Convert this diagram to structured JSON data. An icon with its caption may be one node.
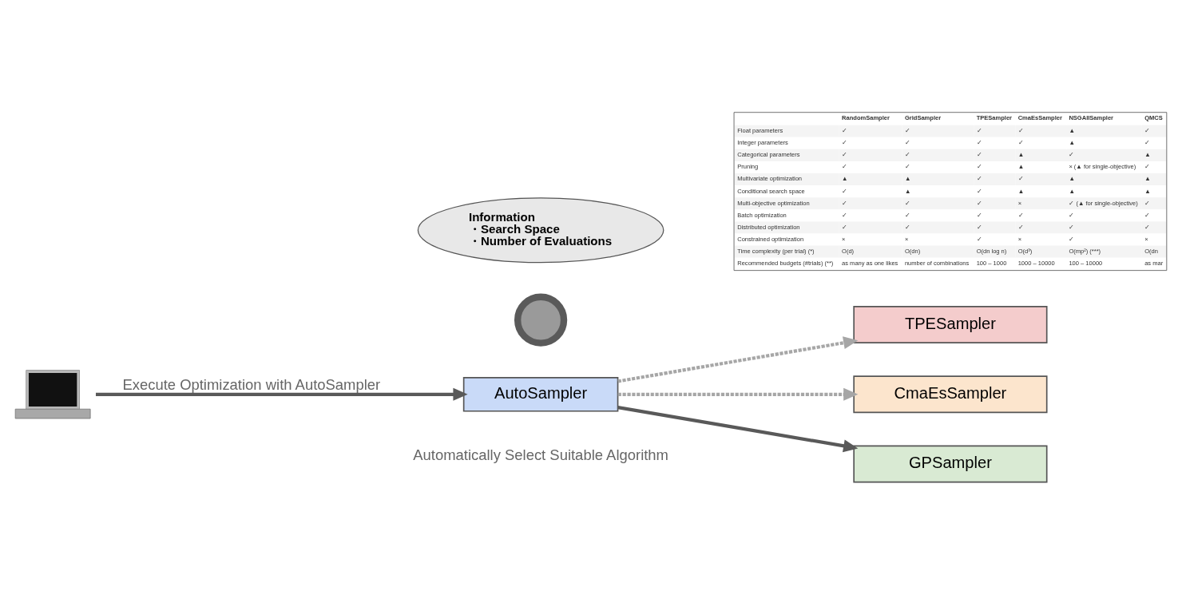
{
  "diagram": {
    "nodes": [
      {
        "text": [],
        "shape": "picture"
      },
      {
        "text": [
          "Information",
          "・Search Space",
          "・Number of Evaluations"
        ]
      },
      {
        "text": [],
        "shape": "picture"
      },
      {
        "text": [
          "AutoSampler"
        ]
      },
      {
        "text": [
          "TPESampler"
        ]
      },
      {
        "text": [
          "CmaEsSampler"
        ]
      },
      {
        "text": [
          "GPSampler"
        ]
      }
    ],
    "edges": [
      {
        "from": 0,
        "to": 3,
        "arrow": "to",
        "label": "Execute Optimization with AutoSampler"
      },
      {
        "from": 3,
        "to": 4,
        "arrow": "to",
        "style": "dashed",
        "color": "#a6a6a6"
      },
      {
        "from": 3,
        "to": 5,
        "arrow": "to",
        "style": "dashed",
        "color": "#a6a6a6"
      },
      {
        "from": 3,
        "to": 6,
        "arrow": "to"
      }
    ],
    "labels": [
      "RandomSampler",
      "GridSampler",
      "TPESampler",
      "CmaEsSampler",
      "NSGAIISampler",
      "QMCS",
      "Float parameters",
      "✓",
      "✓",
      "✓",
      "✓",
      "▲",
      "✓",
      "Integer parameters",
      "✓",
      "✓",
      "✓",
      "✓",
      "▲",
      "✓",
      "Categorical parameters",
      "✓",
      "✓",
      "✓",
      "▲",
      "✓",
      "▲",
      "Pruning",
      "✓",
      "✓",
      "✓",
      "▲",
      "× (▲ for single-objective)",
      "✓",
      "Multivariate optimization",
      "▲",
      "▲",
      "✓",
      "✓",
      "▲",
      "▲",
      "Conditional search space",
      "✓",
      "▲",
      "✓",
      "▲",
      "▲",
      "▲",
      "Multi-objective optimization",
      "✓",
      "✓",
      "✓",
      "×",
      "✓ (▲ for single-objective)",
      "✓",
      "Batch optimization",
      "✓",
      "✓",
      "✓",
      "✓",
      "✓",
      "✓",
      "Distributed optimization",
      "✓",
      "✓",
      "✓",
      "✓",
      "✓",
      "✓",
      "Constrained optimization",
      "×",
      "×",
      "✓",
      "×",
      "✓",
      "×",
      "Time complexity (per trial) (*)",
      "O(d)",
      "O(dn)",
      "O(dn log n)",
      "O(d³)",
      "O(mp²) (***)",
      "O(dn",
      "Recommended budgets (#trials) (**)",
      "as many as one likes",
      "number of combinations",
      "100 – 1000",
      "1000 – 10000",
      "100 – 10000",
      "as mar",
      "Automatically Select Suitable Algorithm"
    ]
  }
}
